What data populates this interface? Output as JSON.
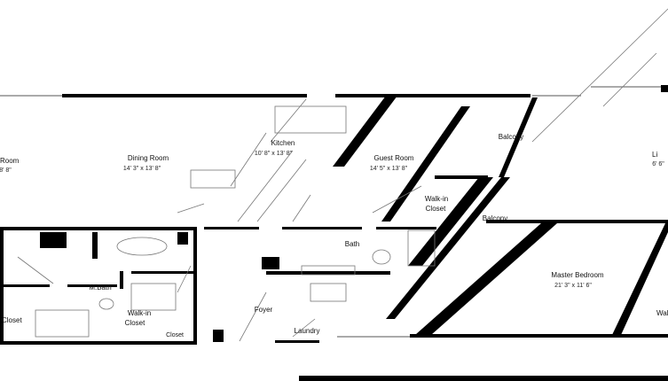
{
  "rooms": {
    "living_left": {
      "name": "Room",
      "dims": "8' 8\""
    },
    "dining": {
      "name": "Dining Room",
      "dims": "14' 3\" x 13' 8\""
    },
    "kitchen": {
      "name": "Kitchen",
      "dims": "10' 8\" x 13' 8\""
    },
    "guest": {
      "name": "Guest Room",
      "dims": "14' 5\" x 13' 8\""
    },
    "balcony_top": {
      "name": "Balcony"
    },
    "living_right": {
      "name": "Li",
      "dims": "6' 6\""
    },
    "walkin_guest": {
      "name": "Walk-in",
      "name2": "Closet"
    },
    "balcony_mid": {
      "name": "Balcony"
    },
    "bath": {
      "name": "Bath"
    },
    "master": {
      "name": "Master Bedroom",
      "dims": "21' 3\" x 11' 6\""
    },
    "m_bath": {
      "name": "M.Bath"
    },
    "walkin_master": {
      "name": "Walk-in",
      "name2": "Closet"
    },
    "closet_left": {
      "name": "Closet"
    },
    "closet_small": {
      "name": "Closet"
    },
    "foyer": {
      "name": "Foyer"
    },
    "laundry": {
      "name": "Laundry"
    },
    "walkin_right": {
      "name": "Wal"
    }
  }
}
